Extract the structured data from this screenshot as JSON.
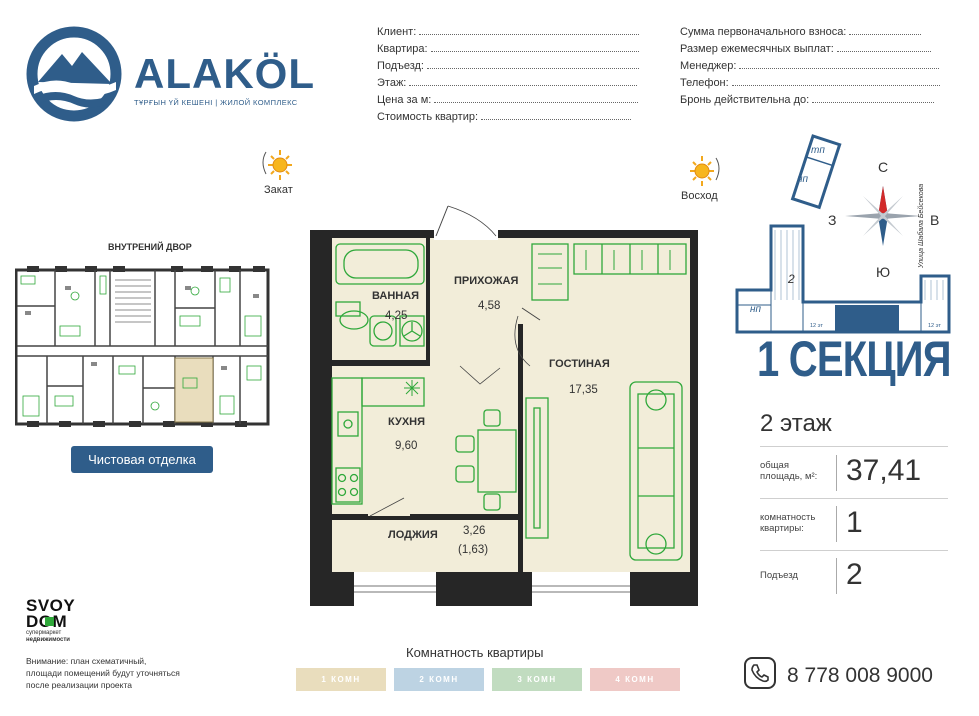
{
  "brand": {
    "name": "ALAKÖL",
    "subtitle": "ТҰРҒЫН ҮЙ КЕШЕНІ | ЖИЛОЙ КОМПЛЕКС"
  },
  "form": {
    "left": [
      "Клиент:",
      "Квартира:",
      "Подъезд:",
      "Этаж:",
      "Цена за м:",
      "Стоимость квартир:"
    ],
    "right": [
      "Сумма первоначального взноса:",
      "Размер ежемесячных выплат:",
      "Менеджер:",
      "Телефон:",
      "Бронь действительна до:"
    ]
  },
  "sun": {
    "sunset": "Закат",
    "sunrise": "Восход"
  },
  "plan": {
    "yard_label": "ВНУТРЕНИЙ ДВОР",
    "finish_button": "Чистовая отделка"
  },
  "rooms": {
    "bath": {
      "name": "ВАННАЯ",
      "area": "4,25"
    },
    "hall": {
      "name": "ПРИХОЖАЯ",
      "area": "4,58"
    },
    "living": {
      "name": "ГОСТИНАЯ",
      "area": "17,35"
    },
    "kitchen": {
      "name": "КУХНЯ",
      "area": "9,60"
    },
    "loggia": {
      "name": "ЛОДЖИЯ",
      "area": "3,26",
      "area2": "(1,63)"
    }
  },
  "compass": {
    "n": "С",
    "s": "Ю",
    "w": "З",
    "e": "В"
  },
  "site": {
    "tp": "тп",
    "np1": "нп",
    "np2": "нп",
    "block": "2",
    "floors1": "12 эт",
    "floors2": "12 эт",
    "street": "Улица Шабала Бейсекова"
  },
  "section": {
    "title": "1 СЕКЦИЯ",
    "floor": "2 этаж",
    "area_label_1": "общая",
    "area_label_2": "площадь, м²:",
    "area_value": "37,41",
    "rooms_label_1": "комнатность",
    "rooms_label_2": "квартиры:",
    "rooms_value": "1",
    "entrance_label": "Подъезд",
    "entrance_value": "2"
  },
  "svoy": {
    "line1": "SVOY",
    "line2": "DOM",
    "tag1": "супермаркет",
    "tag2": "недвижимости"
  },
  "note": {
    "l1": "Внимание: план схематичный,",
    "l2": "площади помещений будут уточняться",
    "l3": "после реализации проекта"
  },
  "legend": {
    "title": "Комнатность квартиры",
    "items": [
      {
        "label": "1 КОМН",
        "color": "#e9ddbd"
      },
      {
        "label": "2 КОМН",
        "color": "#bdd3e3"
      },
      {
        "label": "3 КОМН",
        "color": "#c1dcc0"
      },
      {
        "label": "4 КОМН",
        "color": "#efc9c6"
      }
    ]
  },
  "contact": {
    "phone": "8 778 008 9000"
  },
  "colors": {
    "brand": "#2f5d8a",
    "room_fill": "#f2edd9",
    "furniture": "#2fa83a",
    "wall": "#262626"
  }
}
